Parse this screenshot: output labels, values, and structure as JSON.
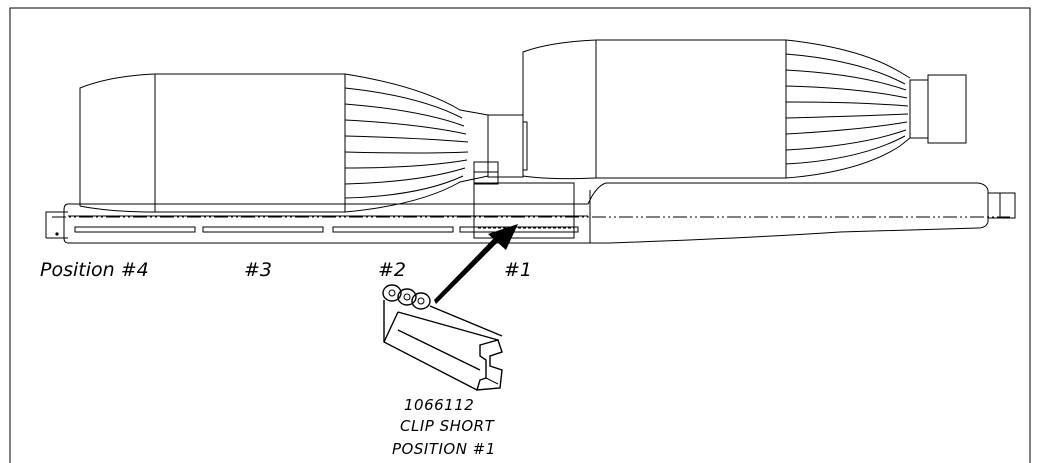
{
  "positions": {
    "p4": "Position #4",
    "p3": "#3",
    "p2": "#2",
    "p1": "#1"
  },
  "part": {
    "number": "1066112",
    "name": "CLIP SHORT",
    "position": "POSITION #1"
  },
  "colors": {
    "line": "#000000",
    "background": "#ffffff"
  }
}
